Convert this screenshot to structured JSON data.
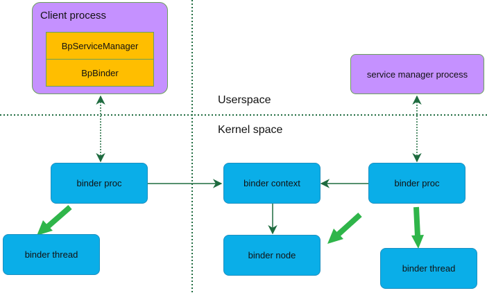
{
  "client": {
    "title": "Client process",
    "items": [
      "BpServiceManager",
      "BpBinder"
    ]
  },
  "service_manager": {
    "label": "service manager process"
  },
  "regions": {
    "userspace": "Userspace",
    "kernel": "Kernel space"
  },
  "nodes": {
    "binder_proc_left": "binder proc",
    "binder_thread_left": "binder thread",
    "binder_context": "binder context",
    "binder_node": "binder node",
    "binder_proc_right": "binder proc",
    "binder_thread_right": "binder thread"
  },
  "colors": {
    "blue_box": "#0aaee8",
    "purple_box": "#c591ff",
    "orange_box": "#ffbe00",
    "connector": "#1e6b3f",
    "green_arrow": "#2fb54a"
  }
}
